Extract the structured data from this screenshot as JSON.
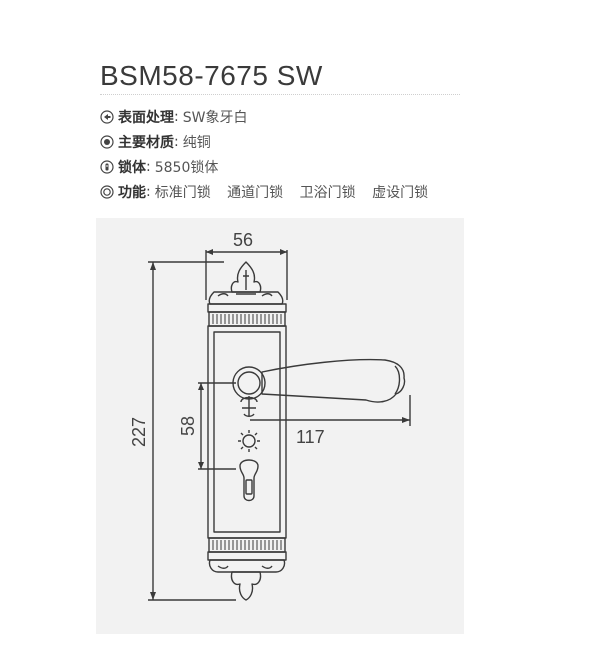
{
  "product": {
    "title": "BSM58-7675 SW"
  },
  "specs": [
    {
      "icon": "finish-icon",
      "label": "表面处理",
      "value": "SW象牙白"
    },
    {
      "icon": "material-icon",
      "label": "主要材质",
      "value": "纯铜"
    },
    {
      "icon": "lock-body-icon",
      "label": "锁体",
      "value": "5850锁体"
    },
    {
      "icon": "function-icon",
      "label": "功能",
      "options": [
        "标准门锁",
        "通道门锁",
        "卫浴门锁",
        "虚设门锁"
      ]
    }
  ],
  "dimensions": {
    "width": "56",
    "height": "227",
    "handle_length": "117",
    "center_distance": "58"
  },
  "colors": {
    "line": "#3a3a3a",
    "panel_bg": "#f2f2f2",
    "title": "#3a3a3a"
  }
}
